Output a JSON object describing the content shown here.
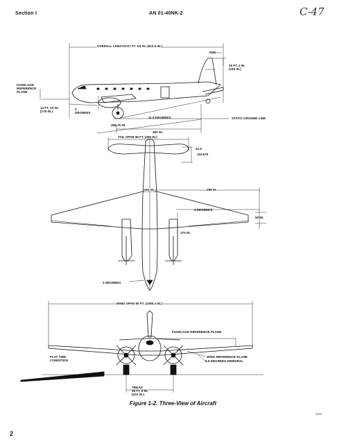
{
  "header": {
    "section": "Section I",
    "doc_number": "AN 01-40NK-2",
    "handwritten": "C-47"
  },
  "page_number": "2",
  "caption": "Figure 1-2.  Three-View of Aircraft",
  "figure_code": "1234",
  "side_view": {
    "overall_length": "OVERALL LENGTH 67 FT. 5.5 IN. (812.5 IN.)",
    "tail_angle": "61/2",
    "height": "16 FT. 2 IN.\n(194 IN.)",
    "fuselage_ref": "FUSELAGE\nREFERENCE\nPLANE",
    "nose_height": "14 FT. 10 IN.\n(178 IN.)",
    "degrees_2": "2\nDEGREES",
    "degrees_11_5": "11.5 DEGREES",
    "dim_458_75": "458.75 IN.",
    "static_ground_line": "STATIC GROUND LINE",
    "dim_450": "450 IN."
  },
  "top_view": {
    "tail_span": "TAIL SPAN 38 FT. (455 IN.)",
    "dim_32_5": "32.5",
    "dim_119_875": "119.875",
    "dim_264": "264 IN.",
    "dim_298": "298 IN.",
    "four_degrees": "4 DEGREES",
    "dim_60": "60 IN.",
    "dim_170": "170 IN.",
    "two_degrees": "2 DEGREES"
  },
  "front_view": {
    "wing_span": "WING SPAN 90 FT. (1080.3 IN.)",
    "fuselage_ref": "FUSELAGE REFERENCE PLANE",
    "wing_ref": "WING REFERENCE PLANE",
    "dihedral": "6.8 DEGREES DIHEDRAL",
    "flat_tire": "FLAT TIRE\nCONDITION",
    "tread": "TREAD\n18 FT. 6 IN.\n(222 IN.)"
  }
}
